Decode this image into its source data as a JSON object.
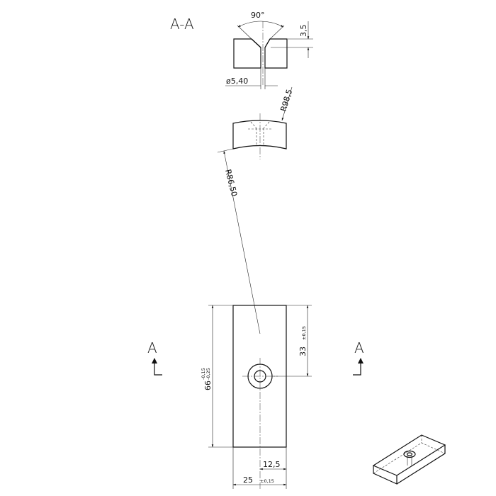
{
  "section": {
    "title": "A-A",
    "arrow_left_label": "A",
    "arrow_right_label": "A"
  },
  "dimensions": {
    "angle": "90°",
    "depth": "3,5",
    "hole_diameter": "ø5,40",
    "outer_radius": "R98,5",
    "inner_radius": "R86,50",
    "length_nominal": "66",
    "length_tol_upper": "-0,15",
    "length_tol_lower": "-0,25",
    "half_length_nominal": "33",
    "half_length_tol": "±0,15",
    "width_nominal": "25",
    "width_tol": "±0,15",
    "hole_offset": "12,5"
  },
  "colors": {
    "line": "#111111",
    "background": "#ffffff"
  }
}
